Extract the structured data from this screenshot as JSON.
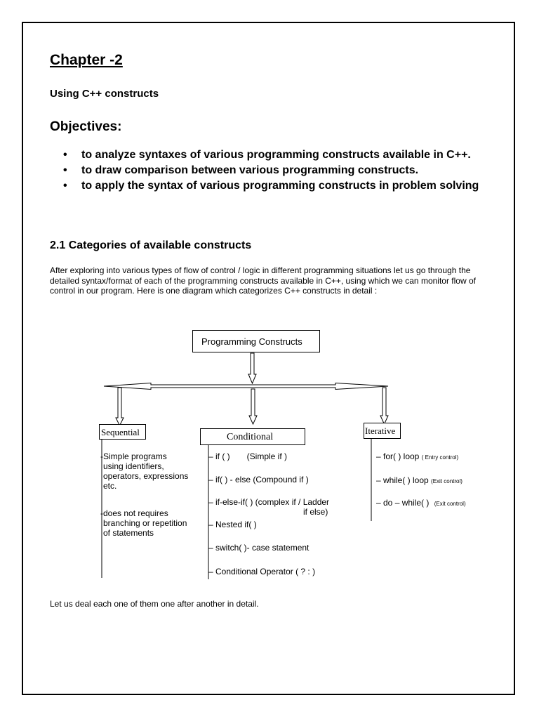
{
  "chapter_title": "Chapter -2",
  "subtitle": "Using C++ constructs",
  "objectives_heading": "Objectives:",
  "objectives": [
    "to analyze syntaxes of various programming constructs available in C++.",
    "to draw comparison between various programming constructs.",
    "to apply the syntax of various programming constructs in problem solving"
  ],
  "bullet_glyph": "•",
  "section_heading": "2.1 Categories of available constructs",
  "intro_paragraph": "After exploring into various types of flow of control / logic in different programming situations let us go through the detailed syntax/format of each of the programming constructs available in C++, using which we can monitor flow of control in our program. Here is one diagram which categorizes C++ constructs in detail :",
  "diagram": {
    "root": "Programming Constructs",
    "sequential": {
      "label": "Sequential",
      "item1": [
        "-Simple programs",
        "using identifiers,",
        "operators, expressions",
        "etc."
      ],
      "item2": [
        "-does not requires",
        "branching or repetition",
        "of statements"
      ]
    },
    "conditional": {
      "label": "Conditional",
      "if_main": "– if ( )",
      "if_note": "(Simple if )",
      "if_else": "– if( ) - else (Compound if )",
      "ladder_line1": "– if-else-if( ) (complex if / Ladder",
      "ladder_line2": "if else)",
      "nested": "– Nested if( )",
      "switch": "– switch( )- case statement",
      "ternary": "– Conditional Operator ( ?  : )"
    },
    "iterative": {
      "label": "Iterative",
      "for_main": "– for( ) loop",
      "for_note": "( Entry   control)",
      "while_main": "– while( ) loop",
      "while_note": "(Exit control)",
      "do_main": "– do – while( )",
      "do_note": "(Exit control)"
    }
  },
  "closing_text": "Let us deal each one of them one after another in detail."
}
